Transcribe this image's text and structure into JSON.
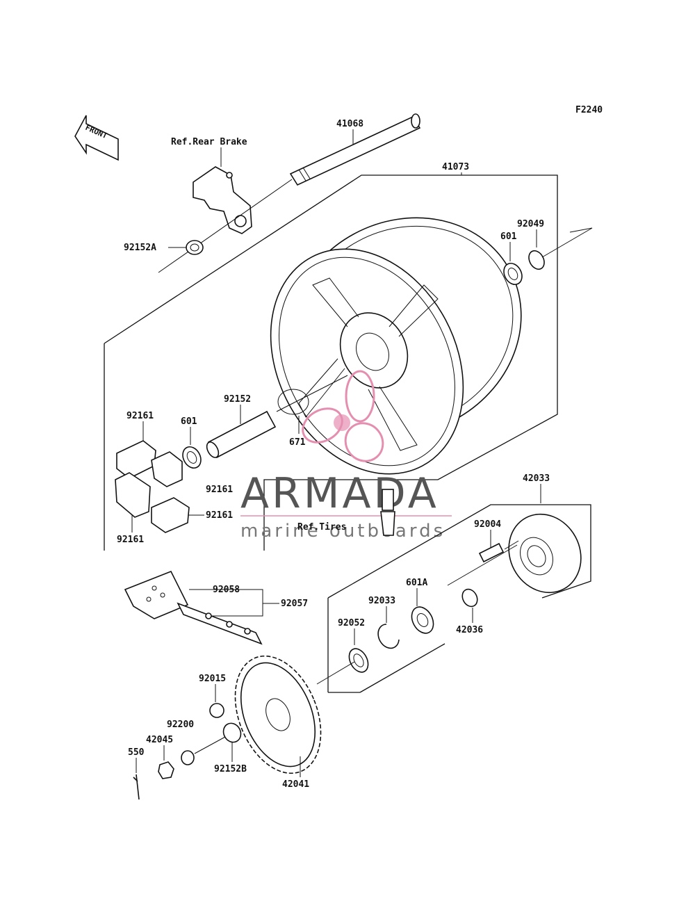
{
  "diagram": {
    "figure_code": "F2240",
    "front_label": "FRONT",
    "references": {
      "rear_brake": "Ref.Rear Brake",
      "tires": "Ref.Tires"
    },
    "parts": [
      "41068",
      "41073",
      "92049",
      "601",
      "92152A",
      "92152",
      "671",
      "92161",
      "601",
      "92161",
      "92161",
      "92161",
      "42033",
      "92004",
      "92058",
      "92057",
      "601A",
      "92033",
      "42036",
      "92052",
      "92015",
      "92200",
      "42045",
      "550",
      "92152B",
      "42041"
    ]
  },
  "watermark": {
    "brand": "ARMADA",
    "tagline": "marine outboards",
    "accent_color": "#e58fb0"
  }
}
